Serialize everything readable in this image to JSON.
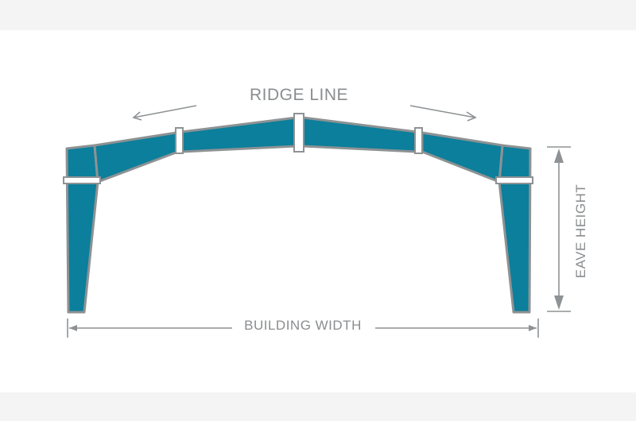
{
  "labels": {
    "ridge_line": "RIDGE LINE",
    "building_width": "BUILDING WIDTH",
    "eave_height": "EAVE HEIGHT"
  },
  "colors": {
    "steel": "#0b7f9b",
    "outline": "#8e9294",
    "background": "#ffffff",
    "band": "#f4f4f4",
    "text": "#8a8d8f"
  }
}
